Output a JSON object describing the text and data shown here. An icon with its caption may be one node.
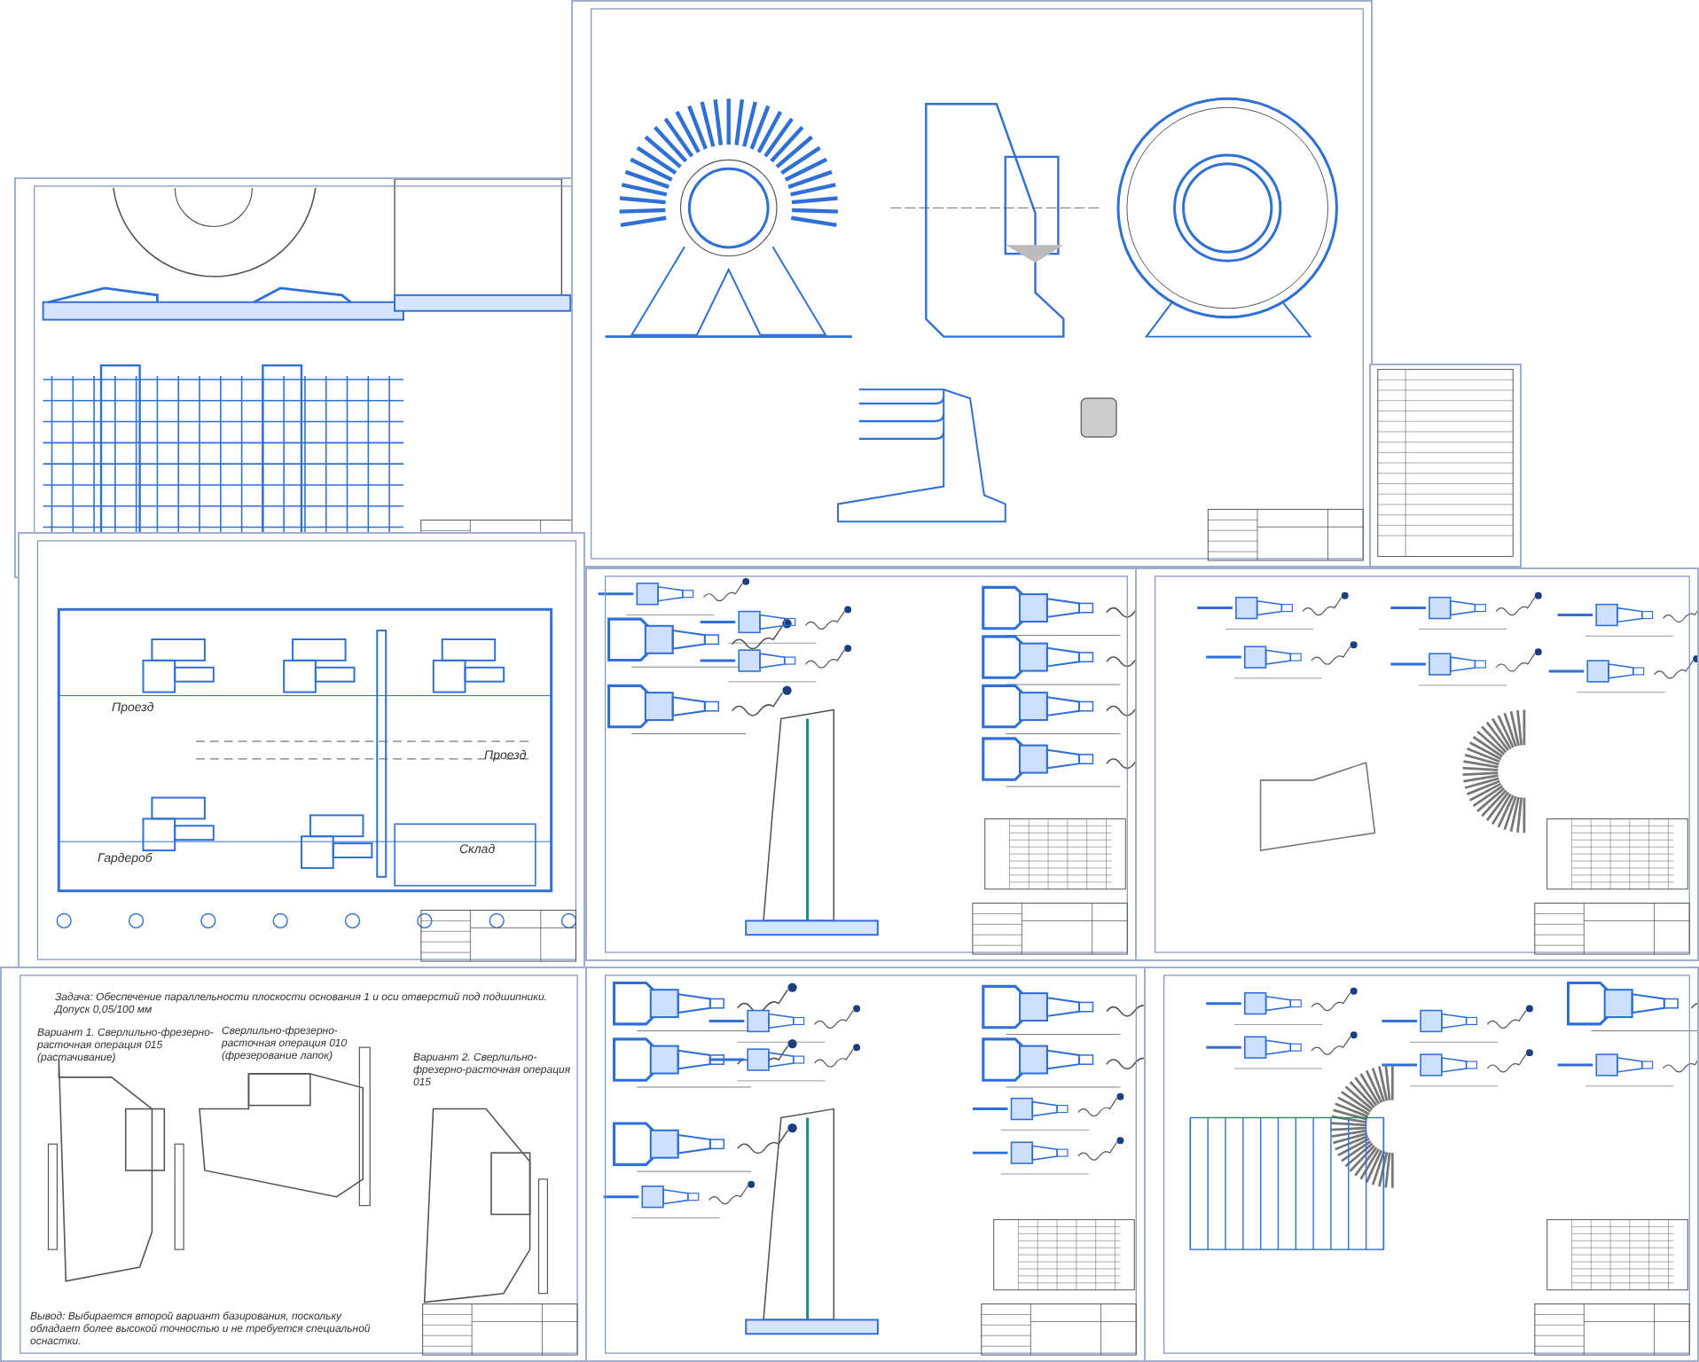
{
  "diagram": {
    "labels": [
      "Проезд",
      "Проезд",
      "Гардероб",
      "Склад",
      "Задача: Обеспечение параллельности плоскости основания 1 и оси отверстий под подшипники. Допуск 0,05/100 мм",
      "Вариант 1. Сверлильно-фрезерно-расточная операция 015 (растачивание)",
      "Сверлильно-фрезерно-расточная операция 010 (фрезерование лапок)",
      "Вариант 2. Сверлильно-фрезерно-расточная операция 015",
      "Вывод: Выбирается второй вариант базирования, поскольку обладает более высокой точностью и не требуется специальной оснастки."
    ]
  }
}
